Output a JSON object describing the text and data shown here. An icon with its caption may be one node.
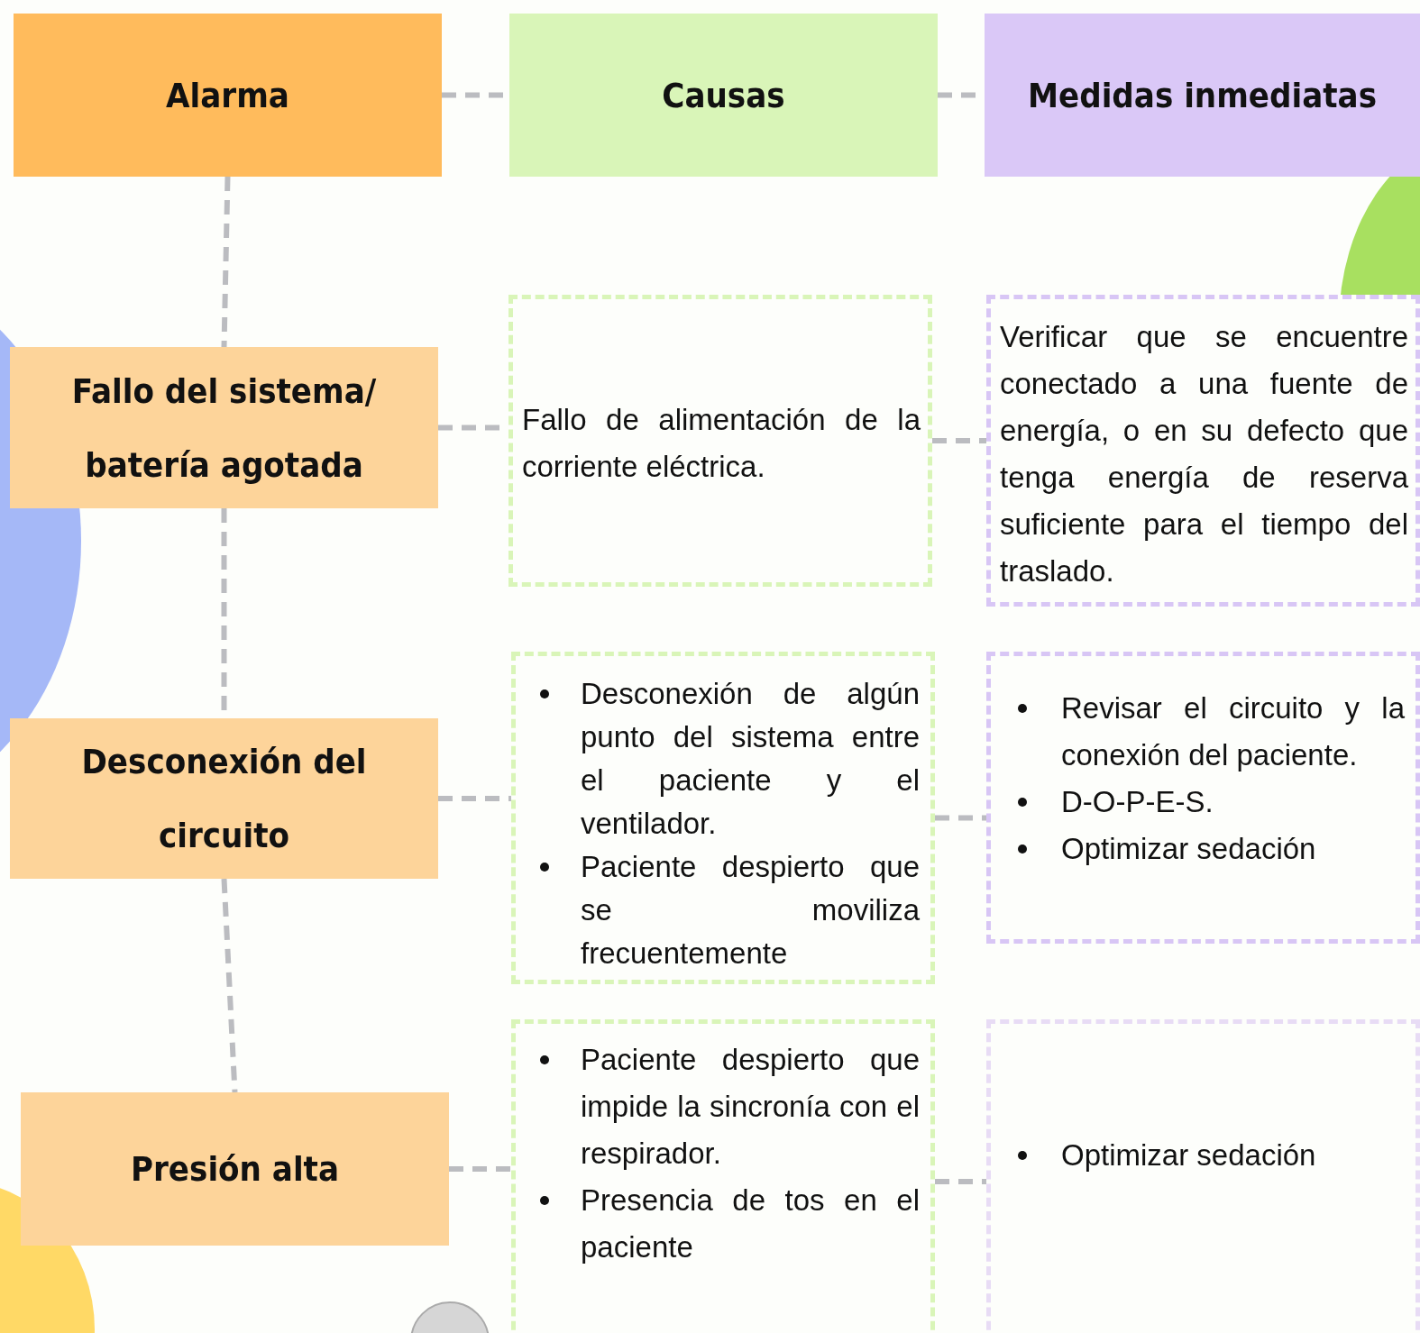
{
  "diagram": {
    "nodes": [
      {
        "text": [
          "Alarma"
        ]
      },
      {
        "text": [
          "Causas"
        ]
      },
      {
        "text": [
          "Medidas inmediatas"
        ]
      },
      {
        "text": [
          "Fallo del sistema/ batería agotada"
        ]
      },
      {
        "text": [
          "Fallo de alimentación de la corriente eléctrica."
        ]
      },
      {
        "text": [
          "Verificar que se encuentre conectado a una fuente de energía, o en su defecto que tenga energía de reserva suficiente para el tiempo del traslado."
        ]
      },
      {
        "text": [
          "Desconexión del circuito"
        ]
      },
      {
        "text": [
          "Desconexión de algún punto del sistema entre el paciente y el ventilador.",
          "Paciente despierto que se moviliza frecuentemente"
        ]
      },
      {
        "text": [
          "Revisar el circuito y la conexión del paciente.",
          "D-O-P-E-S.",
          "Optimizar sedación"
        ]
      },
      {
        "text": [
          "Presión alta"
        ]
      },
      {
        "text": [
          "Paciente despierto que impide la sincronía con el respirador.",
          "Presencia de tos en el paciente"
        ]
      },
      {
        "text": [
          "Optimizar sedación"
        ]
      }
    ],
    "edges": [
      {
        "from": 0,
        "to": 1,
        "arrow": "none",
        "style": "dashed"
      },
      {
        "from": 1,
        "to": 2,
        "arrow": "none",
        "style": "dashed"
      },
      {
        "from": 0,
        "to": 3,
        "arrow": "none",
        "style": "dashed"
      },
      {
        "from": 3,
        "to": 4,
        "arrow": "none",
        "style": "dashed"
      },
      {
        "from": 4,
        "to": 5,
        "arrow": "none",
        "style": "dashed"
      },
      {
        "from": 3,
        "to": 6,
        "arrow": "none",
        "style": "dashed"
      },
      {
        "from": 6,
        "to": 7,
        "arrow": "none",
        "style": "dashed"
      },
      {
        "from": 7,
        "to": 8,
        "arrow": "none",
        "style": "dashed"
      },
      {
        "from": 6,
        "to": 9,
        "arrow": "none",
        "style": "dashed"
      },
      {
        "from": 9,
        "to": 10,
        "arrow": "none",
        "style": "dashed"
      },
      {
        "from": 10,
        "to": 11,
        "arrow": "none",
        "style": "dashed"
      }
    ]
  }
}
